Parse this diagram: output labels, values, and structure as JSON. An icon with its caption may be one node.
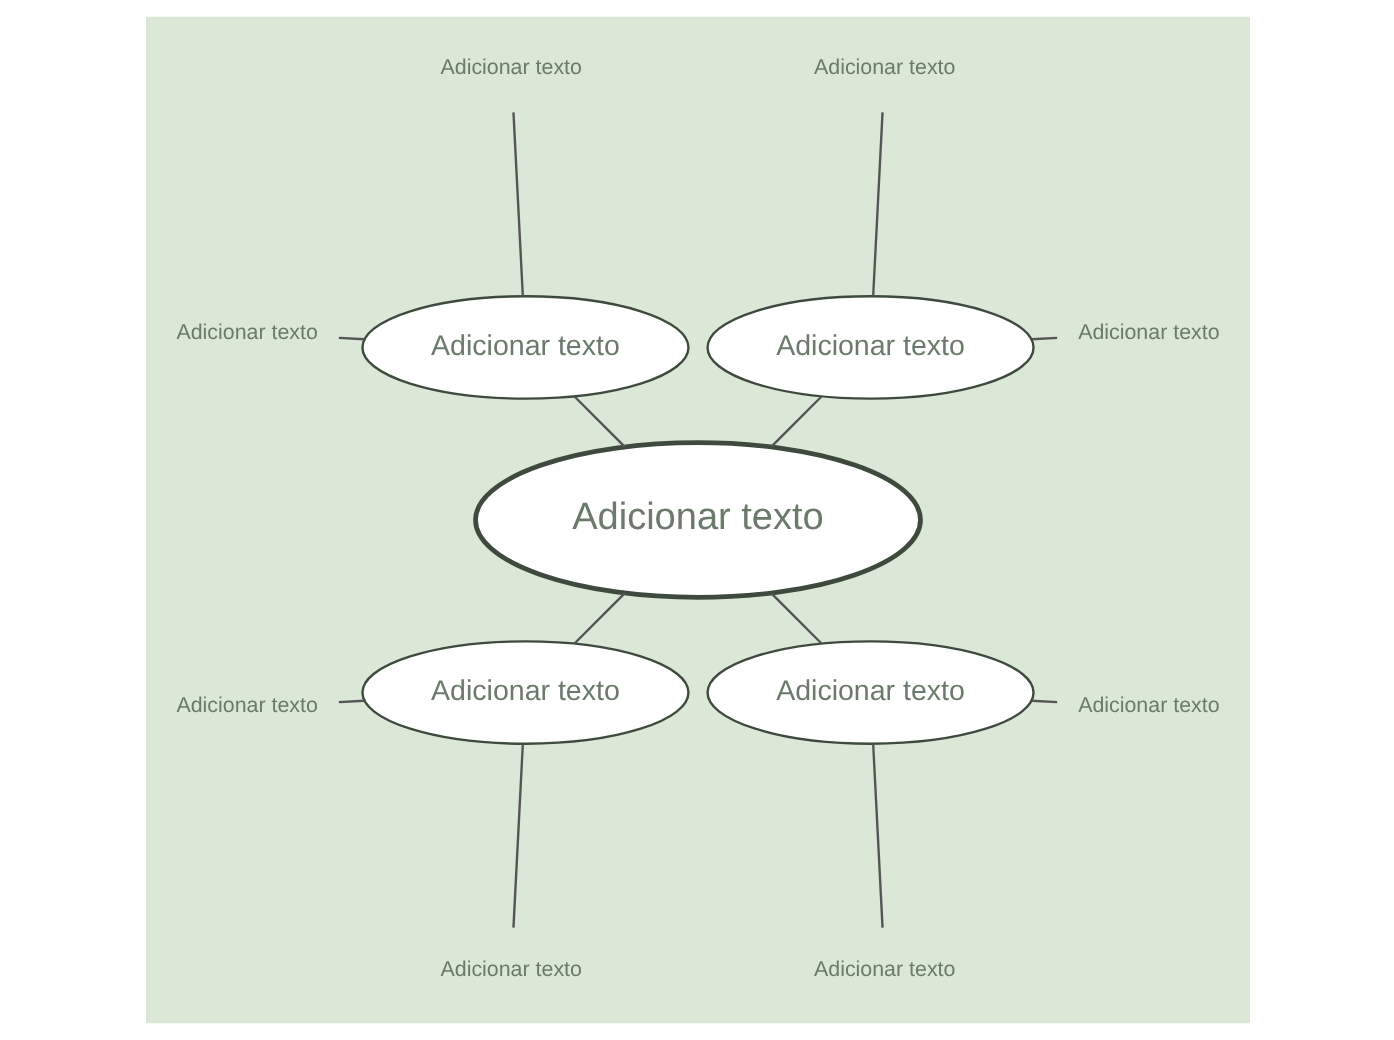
{
  "diagram": {
    "nodes": [
      {
        "text": [
          "Adicionar texto"
        ]
      },
      {
        "text": [
          "Adicionar texto"
        ]
      },
      {
        "text": [
          "Adicionar texto"
        ]
      },
      {
        "text": [
          "Adicionar texto"
        ]
      },
      {
        "text": [
          "Adicionar texto"
        ]
      },
      {
        "text": [
          "Adicionar texto"
        ]
      },
      {
        "text": [
          "Adicionar texto"
        ]
      },
      {
        "text": [
          "Adicionar texto"
        ]
      },
      {
        "text": [
          "Adicionar texto"
        ]
      },
      {
        "text": [
          "Adicionar texto"
        ]
      },
      {
        "text": [
          "Adicionar texto"
        ]
      },
      {
        "text": [
          "Adicionar texto"
        ]
      },
      {
        "text": [
          "Adicionar texto"
        ]
      }
    ],
    "edges": [
      {
        "from": 0,
        "to": 1,
        "arrow": "none"
      },
      {
        "from": 1,
        "to": 2,
        "arrow": "none"
      },
      {
        "from": 1,
        "to": 3,
        "arrow": "none"
      },
      {
        "from": 0,
        "to": 4,
        "arrow": "none"
      },
      {
        "from": 4,
        "to": 5,
        "arrow": "none"
      },
      {
        "from": 4,
        "to": 6,
        "arrow": "none"
      },
      {
        "from": 0,
        "to": 7,
        "arrow": "none"
      },
      {
        "from": 7,
        "to": 8,
        "arrow": "none"
      },
      {
        "from": 7,
        "to": 9,
        "arrow": "none"
      },
      {
        "from": 0,
        "to": 10,
        "arrow": "none"
      },
      {
        "from": 10,
        "to": 11,
        "arrow": "none"
      },
      {
        "from": 10,
        "to": 12,
        "arrow": "none"
      }
    ]
  }
}
